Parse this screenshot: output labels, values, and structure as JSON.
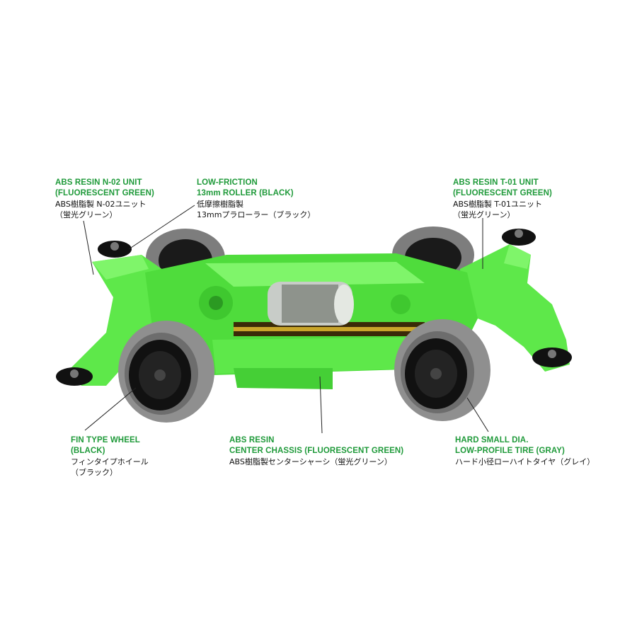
{
  "callouts": [
    {
      "id": "n02-unit",
      "en": "ABS RESIN N-02 UNIT\n(FLUORESCENT GREEN)",
      "jp": "ABS樹脂製 N-02ユニット\n（蛍光グリーン）"
    },
    {
      "id": "roller",
      "en": "LOW-FRICTION\n13mm ROLLER (BLACK)",
      "jp": "低摩擦樹脂製\n13mmプラローラー（ブラック）"
    },
    {
      "id": "t01-unit",
      "en": "ABS RESIN T-01 UNIT\n(FLUORESCENT GREEN)",
      "jp": "ABS樹脂製 T-01ユニット\n（蛍光グリーン）"
    },
    {
      "id": "wheel",
      "en": "FIN TYPE WHEEL\n(BLACK)",
      "jp": "フィンタイプホイール\n（ブラック）"
    },
    {
      "id": "chassis",
      "en": "ABS RESIN\nCENTER CHASSIS (FLUORESCENT GREEN)",
      "jp": "ABS樹脂製センターシャーシ（蛍光グリーン）"
    },
    {
      "id": "tire",
      "en": "HARD SMALL DIA.\nLOW-PROFILE TIRE (GRAY)",
      "jp": "ハード小径ローハイトタイヤ（グレイ）"
    }
  ],
  "colors": {
    "chassis": "#5ee84a",
    "chassis_dark": "#2fb52a",
    "tire": "#8a8a8a",
    "wheel": "#111111",
    "label_green": "#1f9a3a"
  }
}
